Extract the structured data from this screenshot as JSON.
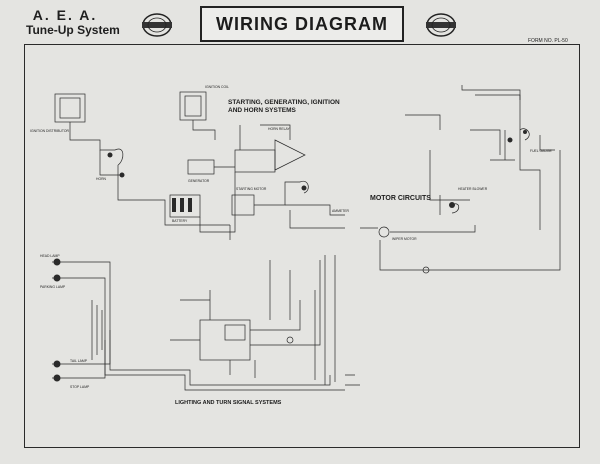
{
  "header": {
    "brand_line1": "A. E. A.",
    "brand_line2": "Tune-Up System",
    "title": "WIRING DIAGRAM",
    "form_number": "FORM NO. PL-50"
  },
  "sections": {
    "starting": [
      "STARTING, GENERATING, IGNITION",
      "AND HORN SYSTEMS"
    ],
    "motor": "MOTOR CIRCUITS",
    "lighting": "LIGHTING AND TURN SIGNAL SYSTEMS"
  },
  "labels": {
    "ignition_distributor": "IGNITION DISTRIBUTOR",
    "ignition_coil": "IGNITION COIL",
    "horn": "HORN",
    "horn_relay": "HORN RELAY",
    "generator": "GENERATOR",
    "battery": "BATTERY",
    "starting_motor": "STARTING MOTOR",
    "ammeter": "AMMETER",
    "wiper_motor": "WIPER MOTOR",
    "heater_blower": "HEATER BLOWER",
    "fuel_gauge": "FUEL GAUGE",
    "head_lamp": "HEAD LAMP",
    "parking_lamp": "PARKING LAMP",
    "tail_lamp": "TAIL LAMP",
    "stop_lamp": "STOP LAMP"
  },
  "colors": {
    "ink": "#222222",
    "paper": "#e4e4e1",
    "background": "#d9d9d6"
  }
}
